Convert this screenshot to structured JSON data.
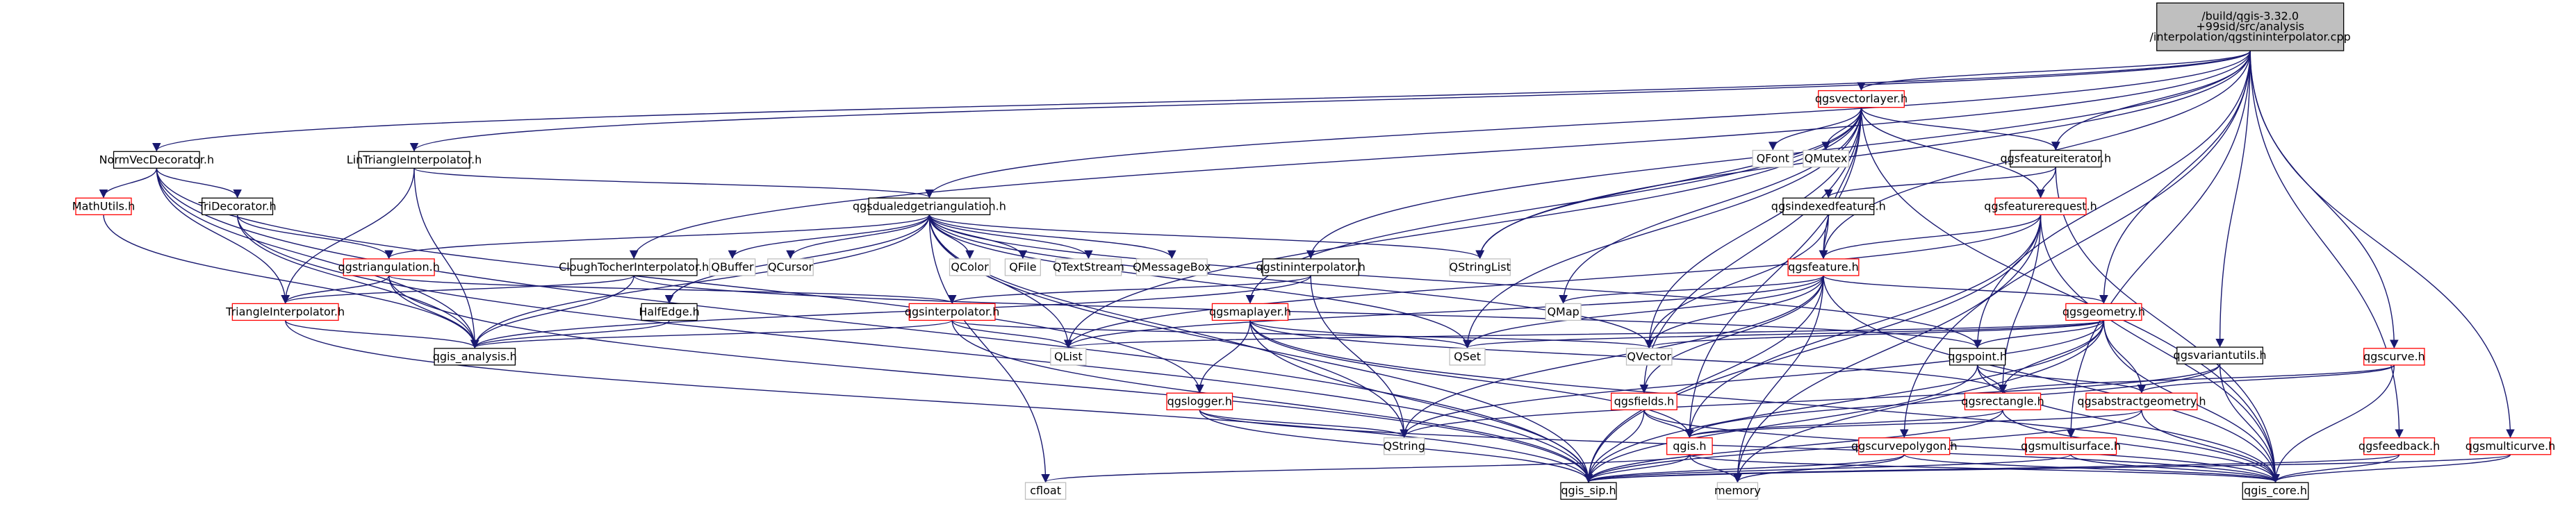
{
  "root_lines": [
    "/build/qgis-3.32.0",
    "+99sid/src/analysis",
    "/interpolation/qgstininterpolator.cpp"
  ],
  "colors": {
    "root_fill": "#bfbfbf",
    "red": "#ff0000",
    "gray": "#bfbfbf",
    "black": "#000000",
    "edge": "#191970",
    "white": "#ffffff"
  },
  "nodes": [
    {
      "id": "root",
      "label": "/build/qgis-3.32.0\n+99sid/src/analysis\n/interpolation/qgstininterpolator.cpp",
      "style": "root"
    },
    {
      "id": "NormVecDecorator",
      "label": "NormVecDecorator.h",
      "style": "black"
    },
    {
      "id": "LinTriangleInterpolator",
      "label": "LinTriangleInterpolator.h",
      "style": "black"
    },
    {
      "id": "qgsvectorlayer",
      "label": "qgsvectorlayer.h",
      "style": "red"
    },
    {
      "id": "MathUtils",
      "label": "MathUtils.h",
      "style": "red"
    },
    {
      "id": "TriDecorator",
      "label": "TriDecorator.h",
      "style": "black"
    },
    {
      "id": "qgsdualedgetriangulation",
      "label": "qgsdualedgetriangulation.h",
      "style": "black"
    },
    {
      "id": "QFont",
      "label": "QFont",
      "style": "gray"
    },
    {
      "id": "QMutex",
      "label": "QMutex",
      "style": "gray"
    },
    {
      "id": "qgsfeatureiterator",
      "label": "qgsfeatureiterator.h",
      "style": "black"
    },
    {
      "id": "qgsindexedfeature",
      "label": "qgsindexedfeature.h",
      "style": "black"
    },
    {
      "id": "qgsfeaturerequest",
      "label": "qgsfeaturerequest.h",
      "style": "red"
    },
    {
      "id": "qgstriangulation",
      "label": "qgstriangulation.h",
      "style": "red"
    },
    {
      "id": "CloughTocherInterpolator",
      "label": "CloughTocherInterpolator.h",
      "style": "black"
    },
    {
      "id": "QBuffer",
      "label": "QBuffer",
      "style": "gray"
    },
    {
      "id": "QCursor",
      "label": "QCursor",
      "style": "gray"
    },
    {
      "id": "QColor",
      "label": "QColor",
      "style": "gray"
    },
    {
      "id": "QFile",
      "label": "QFile",
      "style": "gray"
    },
    {
      "id": "QTextStream",
      "label": "QTextStream",
      "style": "gray"
    },
    {
      "id": "QMessageBox",
      "label": "QMessageBox",
      "style": "gray"
    },
    {
      "id": "QStringList",
      "label": "QStringList",
      "style": "gray"
    },
    {
      "id": "qgstininterpolator",
      "label": "qgstininterpolator.h",
      "style": "black"
    },
    {
      "id": "qgsfeature",
      "label": "qgsfeature.h",
      "style": "red"
    },
    {
      "id": "TriangleInterpolator",
      "label": "TriangleInterpolator.h",
      "style": "red"
    },
    {
      "id": "HalfEdge",
      "label": "HalfEdge.h",
      "style": "black"
    },
    {
      "id": "qgsinterpolator",
      "label": "qgsinterpolator.h",
      "style": "red"
    },
    {
      "id": "qgsmaplayer",
      "label": "qgsmaplayer.h",
      "style": "red"
    },
    {
      "id": "QMap",
      "label": "QMap",
      "style": "gray"
    },
    {
      "id": "qgsgeometry",
      "label": "qgsgeometry.h",
      "style": "red"
    },
    {
      "id": "qgis_analysis",
      "label": "qgis_analysis.h",
      "style": "black"
    },
    {
      "id": "QList",
      "label": "QList",
      "style": "gray"
    },
    {
      "id": "QSet",
      "label": "QSet",
      "style": "gray"
    },
    {
      "id": "QVector",
      "label": "QVector",
      "style": "gray"
    },
    {
      "id": "qgspoint",
      "label": "qgspoint.h",
      "style": "black"
    },
    {
      "id": "qgscurve",
      "label": "qgscurve.h",
      "style": "red"
    },
    {
      "id": "qgslogger",
      "label": "qgslogger.h",
      "style": "red"
    },
    {
      "id": "qgsfields",
      "label": "qgsfields.h",
      "style": "red"
    },
    {
      "id": "qgsrectangle",
      "label": "qgsrectangle.h",
      "style": "red"
    },
    {
      "id": "qgsabstractgeometry",
      "label": "qgsabstractgeometry.h",
      "style": "red"
    },
    {
      "id": "qgsvariantutils",
      "label": "qgsvariantutils.h",
      "style": "black"
    },
    {
      "id": "QString",
      "label": "QString",
      "style": "gray"
    },
    {
      "id": "qgis",
      "label": "qgis.h",
      "style": "red"
    },
    {
      "id": "qgscurvepolygon",
      "label": "qgscurvepolygon.h",
      "style": "red"
    },
    {
      "id": "qgsmultisurface",
      "label": "qgsmultisurface.h",
      "style": "red"
    },
    {
      "id": "qgsfeedback",
      "label": "qgsfeedback.h",
      "style": "red"
    },
    {
      "id": "qgsmulticurve",
      "label": "qgsmulticurve.h",
      "style": "red"
    },
    {
      "id": "cfloat",
      "label": "cfloat",
      "style": "gray"
    },
    {
      "id": "qgis_sip",
      "label": "qgis_sip.h",
      "style": "black"
    },
    {
      "id": "memory",
      "label": "memory",
      "style": "gray"
    },
    {
      "id": "qgis_core",
      "label": "qgis_core.h",
      "style": "black"
    }
  ]
}
